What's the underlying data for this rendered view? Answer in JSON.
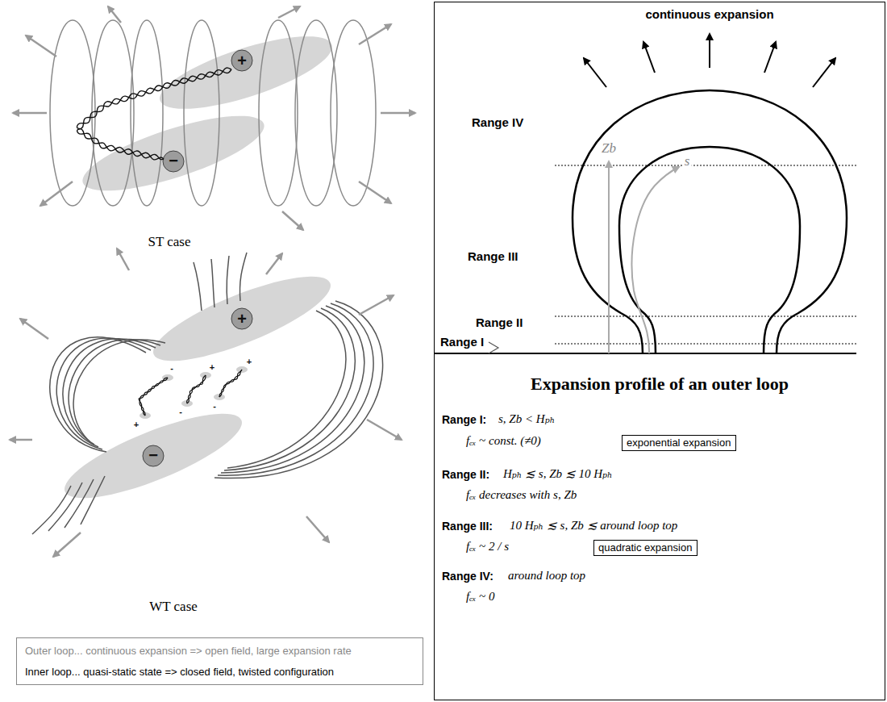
{
  "diagram": {
    "nodes": [
      {
        "text": [
          "Outer loop... continuous expansion => open field, large expansion rate",
          "Inner loop... quasi-static state => closed field, twisted configuration"
        ]
      },
      {
        "text": [
          "Expansion profile of an outer loop"
        ]
      },
      {
        "text": [
          "exponential expansion"
        ],
        "in": 1
      },
      {
        "text": [
          "quadratic expansion"
        ],
        "in": 1
      }
    ],
    "labels": [
      "+",
      "−",
      "ST case",
      "+",
      "−",
      "+",
      "-",
      "-",
      "+",
      "-",
      "+",
      "WT case",
      "continuous expansion",
      "Range IV",
      "Range III",
      "Range II",
      "Range I",
      "Zb",
      "s",
      "Range I:",
      "s, Zb < Hₚₕ",
      "fₑₓ ~ const. (≠0)",
      "Range II:",
      "Hₚₕ ≲ s, Zb ≲ 10 Hₚₕ",
      "fₑₓ decreases with s, Zb",
      "Range III:",
      "10 Hₚₕ ≲ s, Zb ≲ around loop top",
      "fₑₓ ~ 2 / s",
      "Range IV:",
      "around loop top",
      "fₑₓ ~ 0"
    ]
  }
}
